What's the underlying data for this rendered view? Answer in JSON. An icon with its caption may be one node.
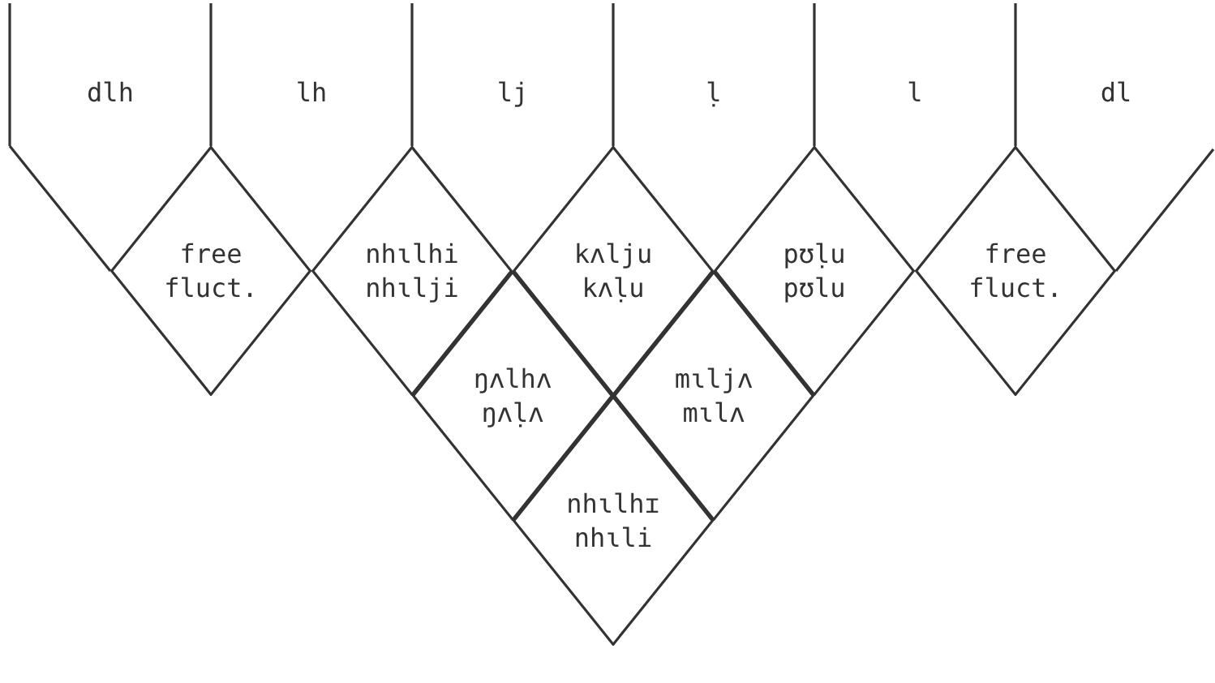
{
  "diagram": {
    "nodes": [
      {
        "text": [
          "free fluct."
        ]
      },
      {
        "text": [
          "nhɩlhi",
          "nhɩlji"
        ]
      },
      {
        "text": [
          "kʌlju",
          "kʌḷu"
        ]
      },
      {
        "text": [
          "pʊḷu",
          "pʊlu"
        ]
      },
      {
        "text": [
          "free fluct."
        ]
      },
      {
        "text": [
          "ŋʌlhʌ",
          "ŋʌḷʌ"
        ]
      },
      {
        "text": [
          "mɩljʌ",
          "mɩlʌ"
        ]
      },
      {
        "text": [
          "nhɩlhɪ",
          "nhɩli"
        ]
      }
    ],
    "labels": [
      "dlh",
      "lh",
      "lj",
      "ḷ",
      "l",
      "dl"
    ]
  }
}
